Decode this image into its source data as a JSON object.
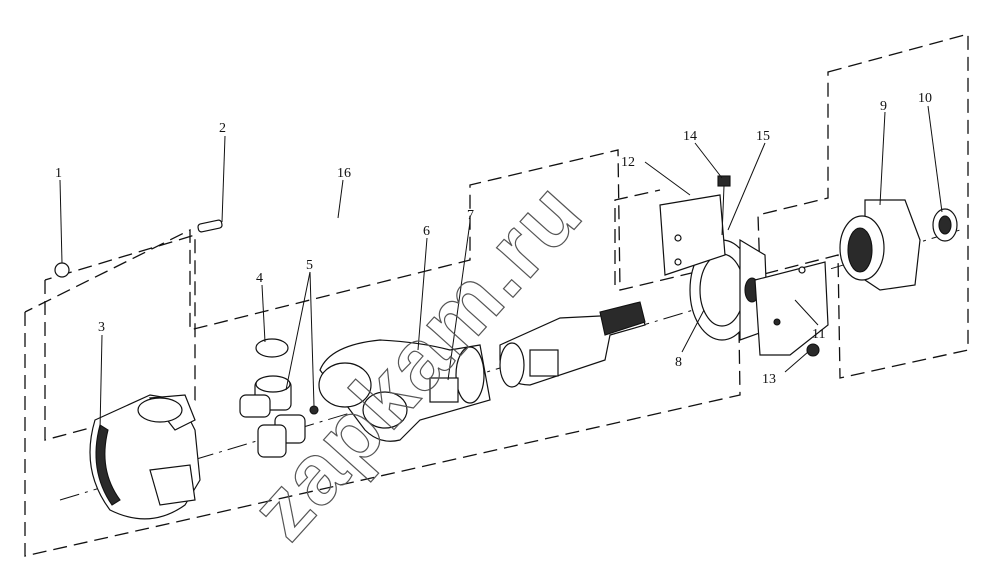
{
  "diagram": {
    "type": "exploded-parts-view",
    "callouts": [
      "1",
      "2",
      "3",
      "4",
      "5",
      "6",
      "7",
      "8",
      "9",
      "10",
      "11",
      "12",
      "13",
      "14",
      "15",
      "16"
    ],
    "watermark": "zapkam.ru"
  },
  "colors": {
    "ink": "#111111",
    "paper": "#ffffff",
    "watermark": "#555555"
  }
}
